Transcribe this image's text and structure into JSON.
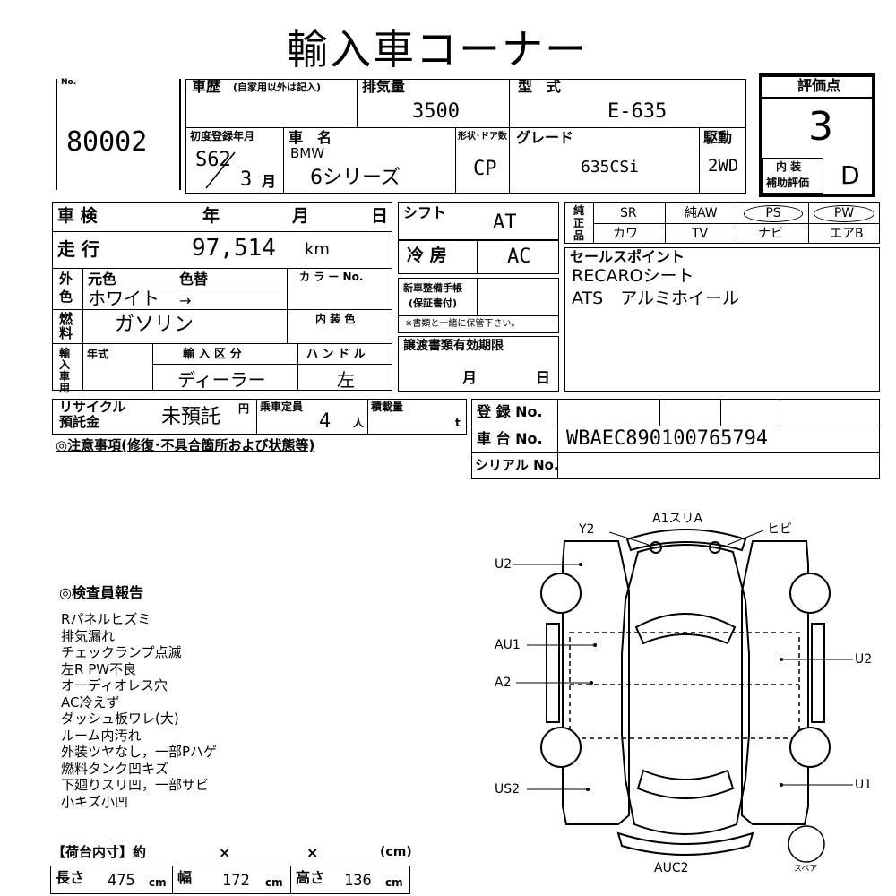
{
  "title": "輸入車コーナー",
  "no": {
    "label": "No.",
    "value": "80002"
  },
  "history": {
    "label": "車歴",
    "note": "(自家用以外は記入)"
  },
  "displacement": {
    "label": "排気量",
    "value": "3500"
  },
  "model_type": {
    "label": "型　式",
    "value": "E-635"
  },
  "first_reg": {
    "label": "初度登録年月",
    "era": "S62",
    "month": "3",
    "month_unit": "月"
  },
  "car_name": {
    "label": "車　名",
    "maker": "BMW",
    "name": "6シリーズ"
  },
  "body_shape": {
    "label": "形状･ドア数",
    "value": "CP"
  },
  "grade": {
    "label": "グレード",
    "value": "635CSi"
  },
  "drive": {
    "label": "駆動",
    "value": "2WD"
  },
  "score": {
    "label": "評価点",
    "value": "3",
    "interior_label1": "内 装",
    "interior_label2": "補助評価",
    "interior_value": "D"
  },
  "inspection": {
    "label": "車 検",
    "year": "年",
    "month": "月",
    "day": "日"
  },
  "mileage": {
    "label": "走 行",
    "value": "97,514",
    "unit": "km"
  },
  "color": {
    "label1": "外",
    "label2": "色",
    "orig_label": "元色",
    "change_label": "色替",
    "orig_value": "ホワイト",
    "arrow": "→",
    "code_label": "カ ラ ー No."
  },
  "fuel": {
    "label1": "燃",
    "label2": "料",
    "value": "ガソリン",
    "interior_color_label": "内 装 色"
  },
  "import": {
    "label": "輸入車用",
    "year_label": "年式",
    "class_label": "輸 入 区 分",
    "class_value": "ディーラー",
    "handle_label": "ハ ン ド ル",
    "handle_value": "左"
  },
  "recycle": {
    "label1": "リサイクル",
    "label2": "預託金",
    "value": "未預託",
    "unit": "円"
  },
  "capacity": {
    "label": "乗車定員",
    "value": "4",
    "unit": "人"
  },
  "load": {
    "label": "積載量",
    "unit": "t"
  },
  "notes_heading": "◎注意事項(修復･不具合箇所および状態等)",
  "shift": {
    "label": "シフト",
    "value": "AT"
  },
  "ac": {
    "label": "冷 房",
    "value": "AC"
  },
  "manual": {
    "label1": "新車整備手帳",
    "label2": "(保証書付)",
    "note": "※書類と一緒に保管下さい。"
  },
  "transfer": {
    "label": "譲渡書類有効期限",
    "month": "月",
    "day": "日"
  },
  "genuine": {
    "label1": "純",
    "label2": "正",
    "label3": "品",
    "row1": [
      "SR",
      "純AW",
      "PS",
      "PW"
    ],
    "row2": [
      "カワ",
      "TV",
      "ナビ",
      "エアB"
    ]
  },
  "selling_points": {
    "label": "セールスポイント",
    "line1": "RECAROシート",
    "line2": "ATS　アルミホイール"
  },
  "registration": {
    "reg_label": "登 録 No.",
    "chassis_label": "車 台 No.",
    "chassis_value": "WBAEC890100765794",
    "serial_label": "シリアル No."
  },
  "report": {
    "heading": "◎検査員報告",
    "lines": [
      "Rパネルヒズミ",
      "排気漏れ",
      "チェックランプ点滅",
      "左R PW不良",
      "オーディオレス穴",
      "AC冷えず",
      "ダッシュ板ワレ(大)",
      "ルーム内汚れ",
      "外装ツヤなし，一部Pハゲ",
      "燃料タンク凹キズ",
      "下廻りスリ凹，一部サビ",
      "小キズ小凹"
    ]
  },
  "cargo": {
    "heading": "【荷台内寸】約",
    "x1": "×",
    "x2": "×",
    "unit_head": "(cm)",
    "length_label": "長さ",
    "length_value": "475",
    "width_label": "幅",
    "width_value": "172",
    "height_label": "高さ",
    "height_value": "136",
    "cm": "cm"
  },
  "diagram": {
    "front": "A1スリA",
    "y2": "Y2",
    "crack": "ヒビ",
    "u2_left": "U2",
    "au1": "AU1",
    "a2": "A2",
    "us2": "US2",
    "u2_right": "U2",
    "u1": "U1",
    "rear": "AUC2",
    "spare": "スペア"
  }
}
